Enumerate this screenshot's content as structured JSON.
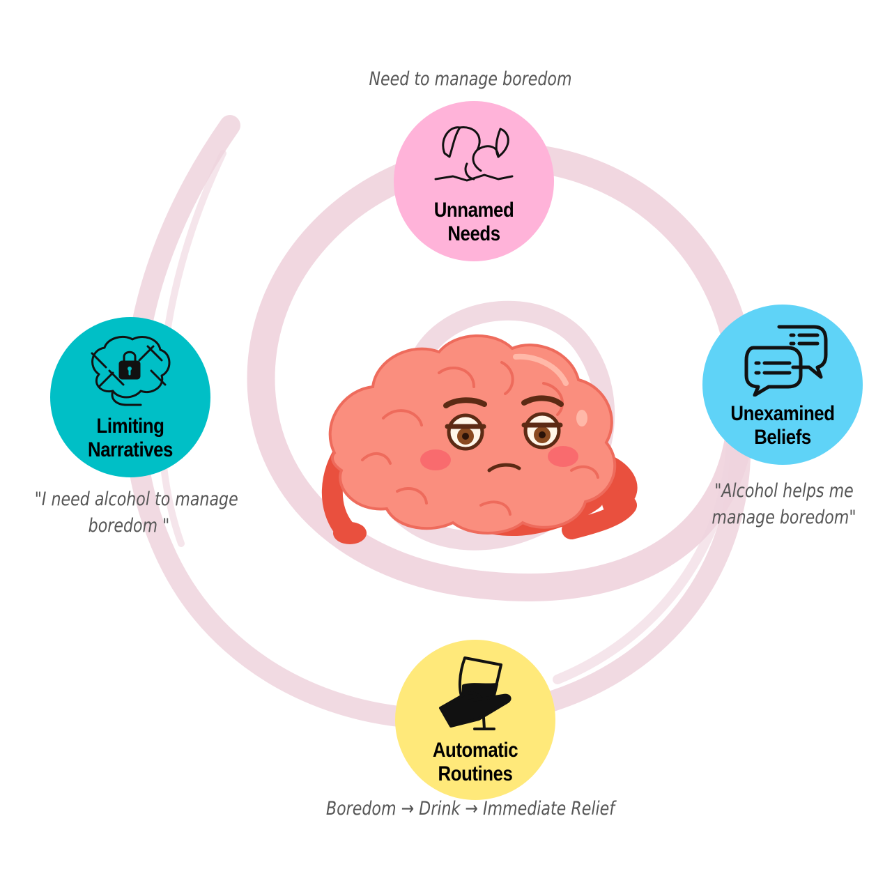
{
  "nodes": {
    "unnamed_needs": {
      "title_line1": "Unnamed",
      "title_line2": "Needs",
      "caption": "Need to manage boredom"
    },
    "unexamined_beliefs": {
      "title_line1": "Unexamined",
      "title_line2": "Beliefs",
      "caption_line1": "\"Alcohol helps me",
      "caption_line2": "manage boredom\""
    },
    "automatic_routines": {
      "title_line1": "Automatic",
      "title_line2": "Routines",
      "caption": "Boredom → Drink → Immediate Relief"
    },
    "limiting_narratives": {
      "title_line1": "Limiting",
      "title_line2": "Narratives",
      "caption_line1": "\"I need alcohol to manage",
      "caption_line2": "boredom \""
    }
  },
  "colors": {
    "unnamed_needs": "#ffb3d9",
    "unexamined_beliefs": "#5fd3f7",
    "automatic_routines": "#ffe97a",
    "limiting_narratives": "#00bfc6",
    "spiral": "#efd3dd",
    "brain": "#fa8e7e",
    "brain_dark": "#ee6b5c",
    "limbs": "#e9503e",
    "caption_text": "#555555"
  },
  "icons": {
    "unnamed_needs": "sprouting-seeds-icon",
    "unexamined_beliefs": "speech-bubbles-icon",
    "automatic_routines": "hand-holding-wine-glass-icon",
    "limiting_narratives": "chained-locked-brain-icon"
  },
  "illustration": "bored-brain-mascot"
}
